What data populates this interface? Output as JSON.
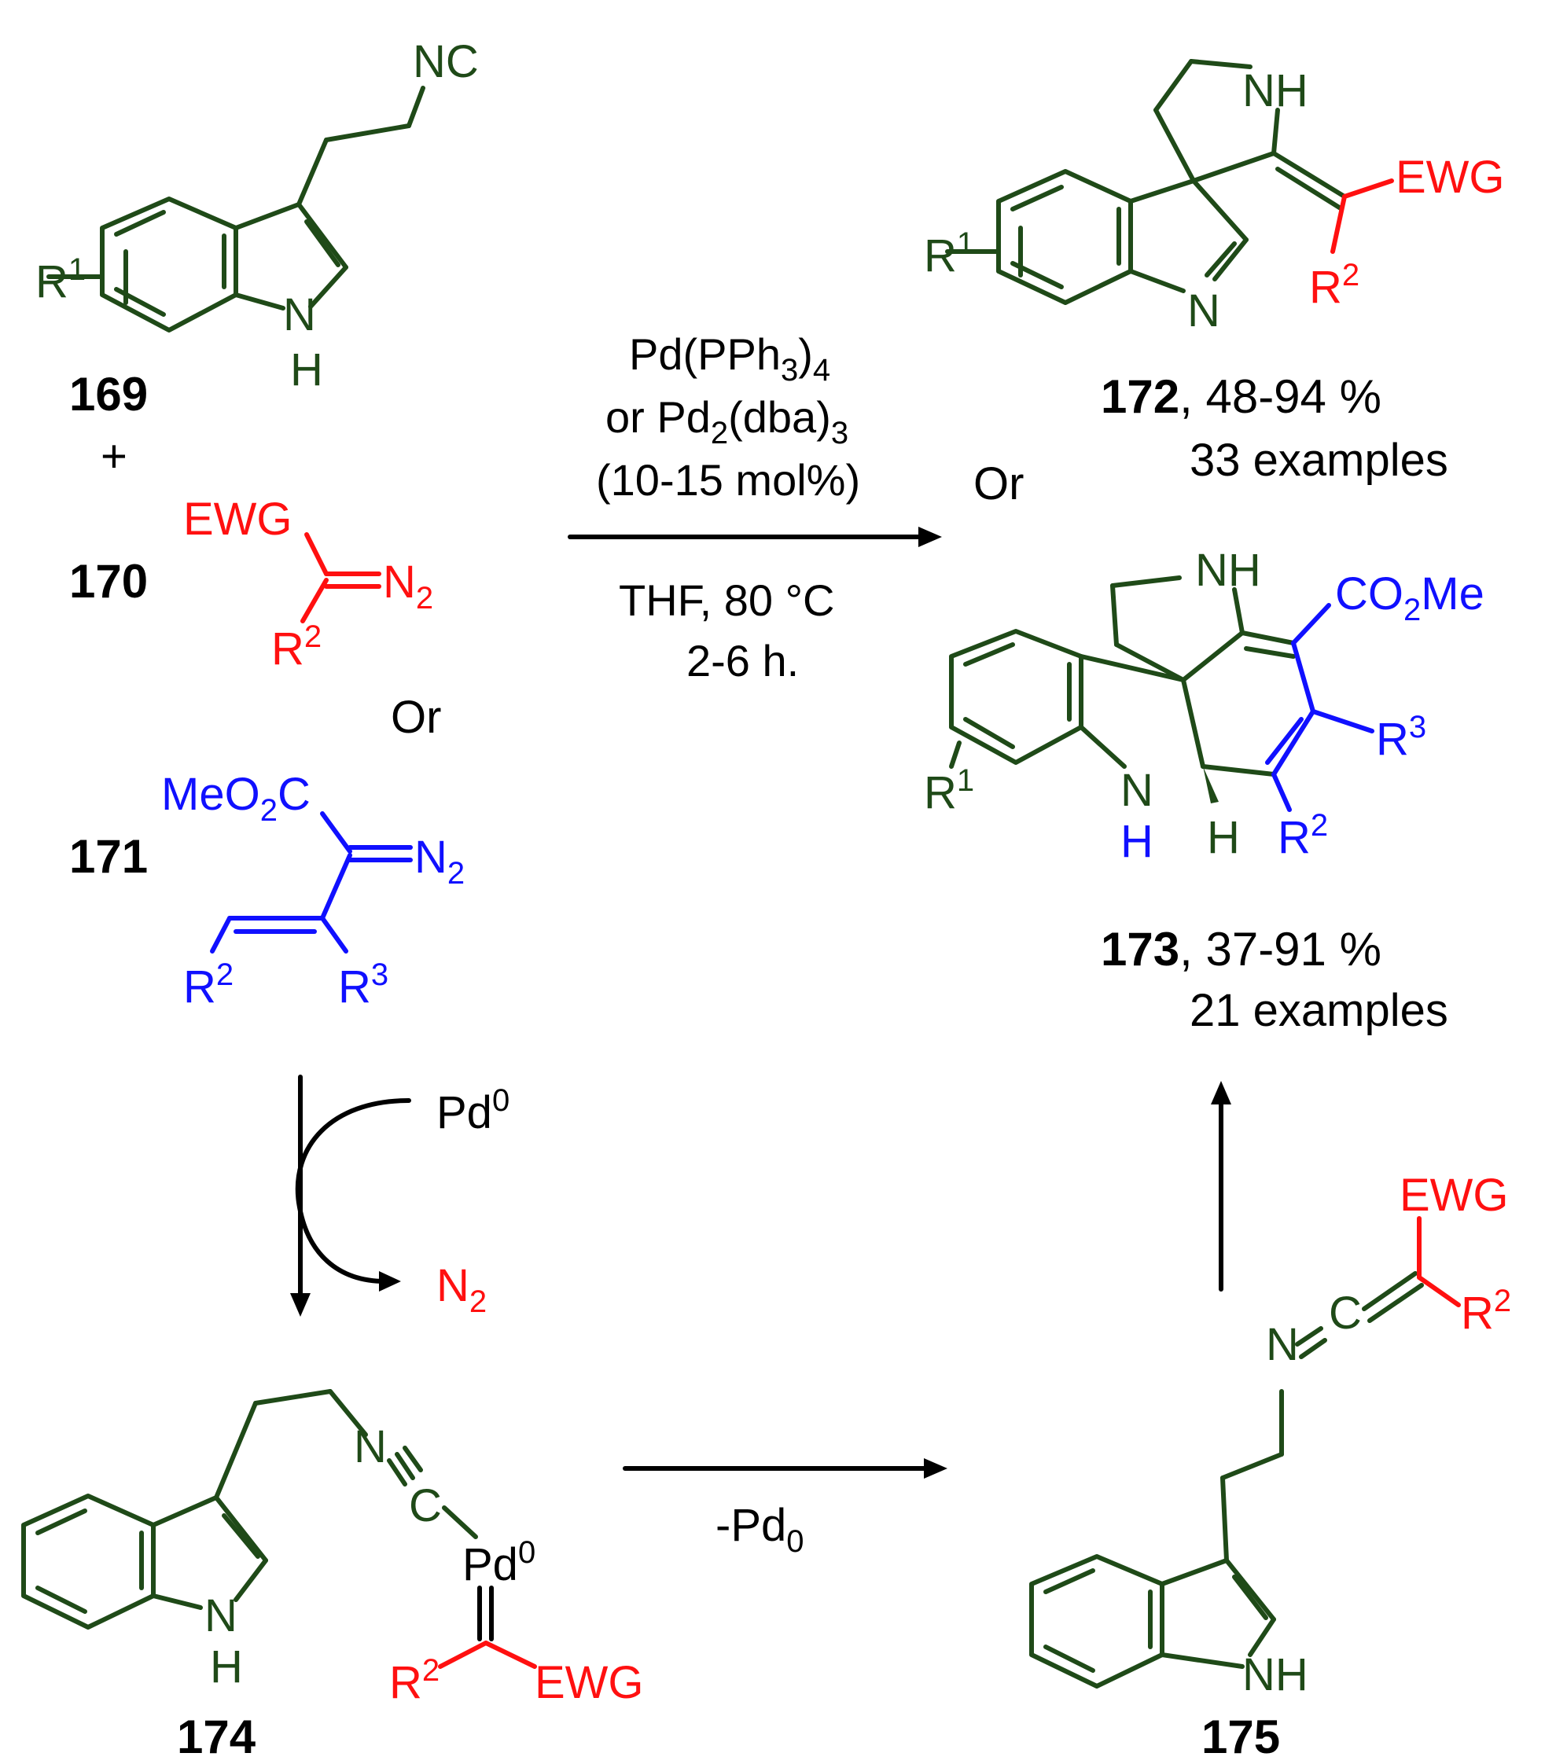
{
  "compounds": {
    "c169": "169",
    "c170": "170",
    "c171": "171",
    "c172": "172",
    "c173": "173",
    "c174": "174",
    "c175": "175"
  },
  "plus": "+",
  "or_label": "Or",
  "conditions": {
    "line1_main": "Pd(PPh",
    "line1_sub1": "3",
    "line1_close": ")",
    "line1_sub2": "4",
    "line2_main": "or Pd",
    "line2_sub1": "2",
    "line2_mid": "(dba)",
    "line2_sub2": "3",
    "line3": "(10-15 mol%)",
    "line4": "THF, 80 °C",
    "line5": "2-6 h."
  },
  "yields": {
    "y172_range": ", 48-94 %",
    "y172_examples": "33 examples",
    "y173_range": ", 37-91 %",
    "y173_examples": "21 examples"
  },
  "catalytic": {
    "pd": "Pd",
    "pd_sup": "0",
    "n2": "N",
    "n2_sub": "2",
    "minus_pd": "-Pd",
    "minus_pd_sub": "0"
  },
  "atoms": {
    "NC": "NC",
    "NH": "NH",
    "N": "N",
    "H": "H",
    "R": "R",
    "sup1": "1",
    "sup2": "2",
    "sup3": "3",
    "EWG": "EWG",
    "N2_main": "N",
    "N2_sub": "2",
    "MeO": "MeO",
    "O2C_sub": "2",
    "C": "C",
    "CO": "CO",
    "Me": "Me",
    "Pd": "Pd",
    "Pd_sup": "0"
  },
  "colors": {
    "indole_green": "#1f4a18",
    "ewg_red": "#ff1010",
    "diene_blue": "#1010ff",
    "text_black": "#000000"
  }
}
